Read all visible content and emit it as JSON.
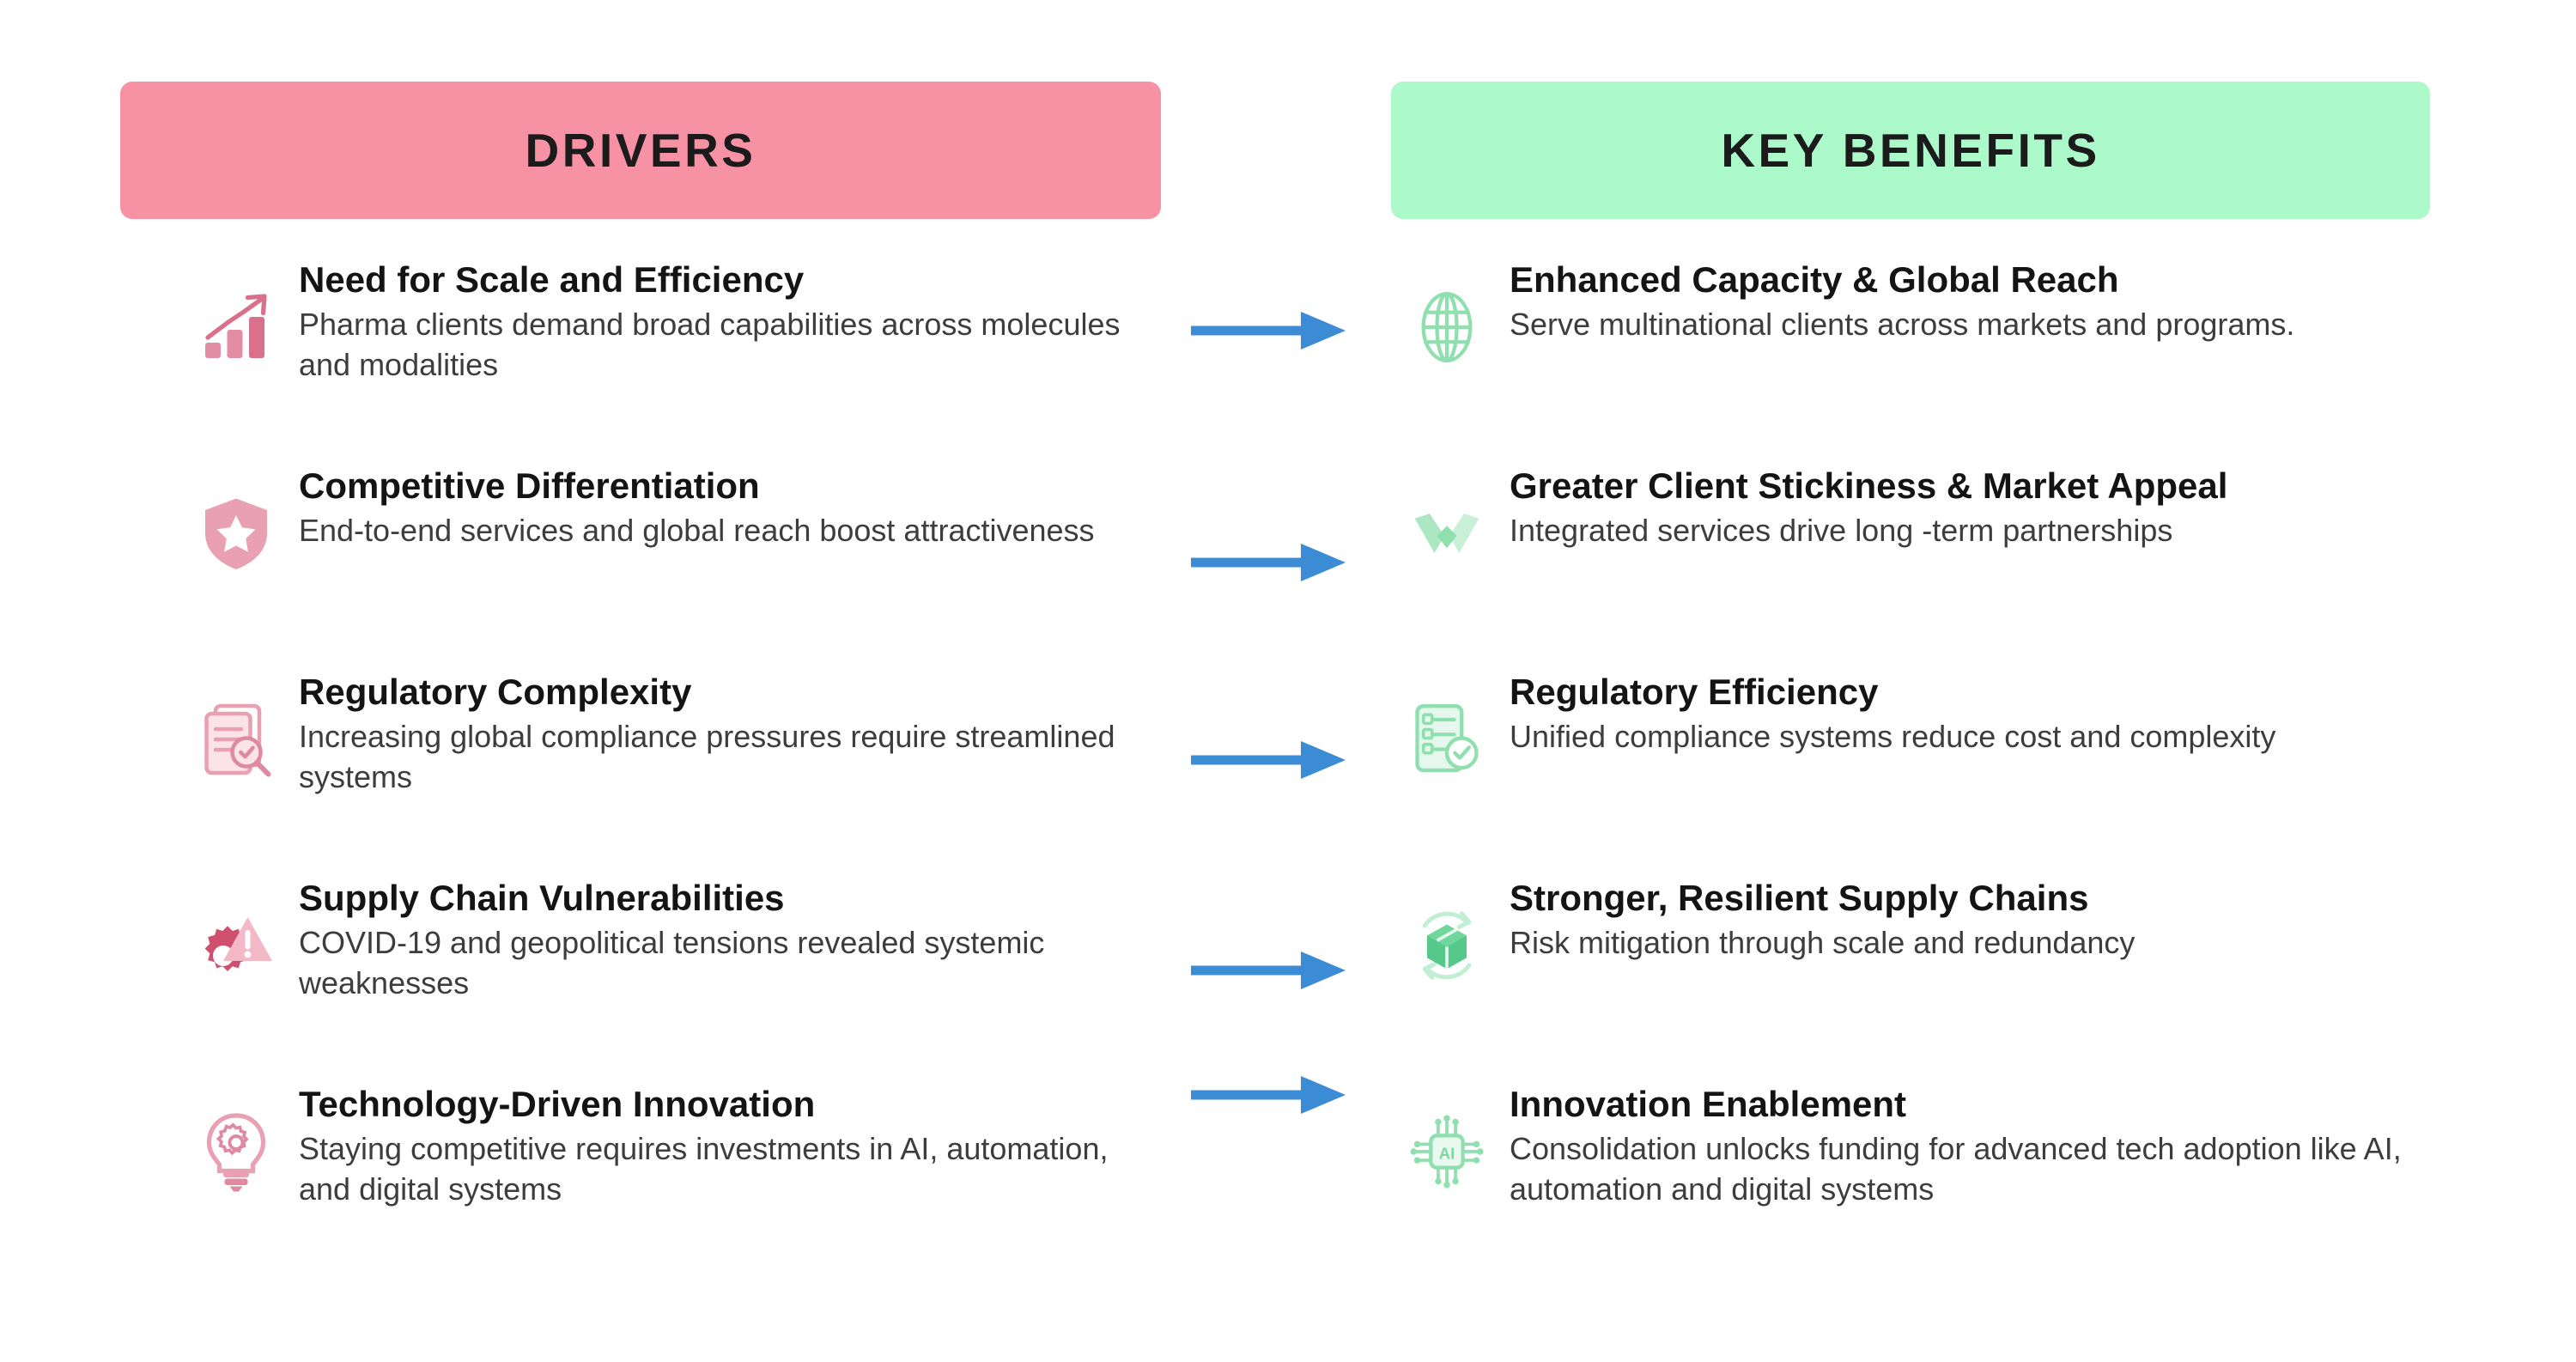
{
  "headers": {
    "left": "DRIVERS",
    "right": "KEY BENEFITS"
  },
  "colors": {
    "drivers_bar": "#F791A4",
    "benefits_bar": "#ACFAC9",
    "driver_icon": "#D9718C",
    "benefit_icon": "#8FE0AE",
    "arrow": "#3B8CD4",
    "title_text": "#141414",
    "body_text": "#3D3D3D",
    "background": "#FFFFFF"
  },
  "drivers": [
    {
      "icon": "growth-bar-chart-icon",
      "title": "Need for Scale and Efficiency",
      "desc": "Pharma clients demand broad capabilities across molecules and modalities"
    },
    {
      "icon": "shield-star-icon",
      "title": "Competitive Differentiation",
      "desc": "End-to-end services and global reach boost attractiveness"
    },
    {
      "icon": "document-magnifier-icon",
      "title": "Regulatory Complexity",
      "desc": "Increasing global compliance pressures require streamlined systems"
    },
    {
      "icon": "gear-warning-icon",
      "title": "Supply Chain Vulnerabilities",
      "desc": "COVID-19 and geopolitical tensions revealed systemic  weaknesses"
    },
    {
      "icon": "lightbulb-gear-icon",
      "title": "Technology-Driven Innovation",
      "desc": "Staying competitive requires investments in AI, automation, and digital systems"
    }
  ],
  "benefits": [
    {
      "icon": "globe-icon",
      "title": "Enhanced Capacity & Global Reach",
      "desc": "Serve multinational clients across markets and programs."
    },
    {
      "icon": "handshake-icon",
      "title": "Greater Client Stickiness & Market Appeal",
      "desc": "Integrated services drive long -term partnerships"
    },
    {
      "icon": "checklist-clock-icon",
      "title": "Regulatory Efficiency",
      "desc": "Unified compliance systems reduce cost and complexity"
    },
    {
      "icon": "box-recycle-icon",
      "title": "Stronger, Resilient Supply Chains",
      "desc": "Risk mitigation through scale and redundancy"
    },
    {
      "icon": "ai-chip-icon",
      "title": "Innovation Enablement",
      "desc": "Consolidation unlocks funding for advanced tech adoption like AI, automation and digital systems"
    }
  ],
  "arrows": [
    {
      "name": "arrow-driver-1-to-benefit-1"
    },
    {
      "name": "arrow-driver-2-to-benefit-2"
    },
    {
      "name": "arrow-driver-3-to-benefit-3"
    },
    {
      "name": "arrow-driver-4-to-benefit-4"
    },
    {
      "name": "arrow-driver-5-to-benefit-5"
    }
  ]
}
